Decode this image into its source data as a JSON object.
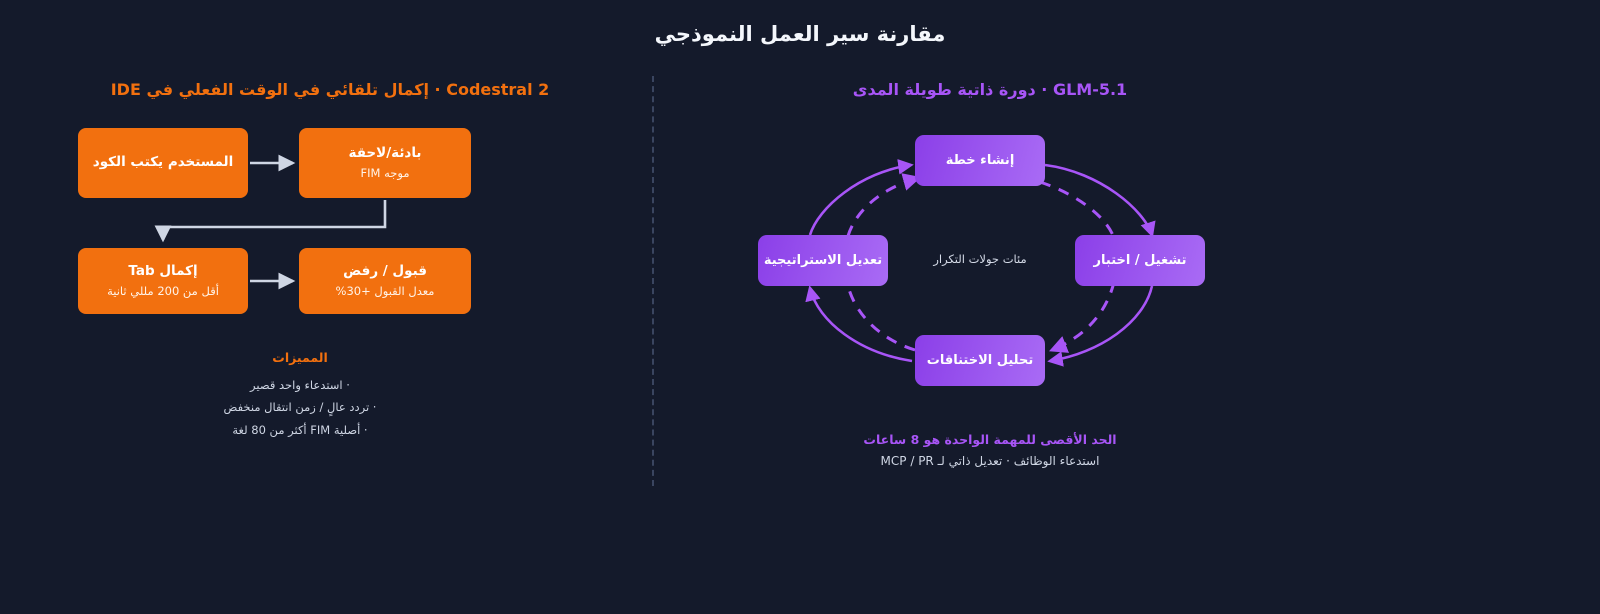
{
  "title": "مقارنة سير العمل النموذجي",
  "theme": {
    "background": "#141a2b",
    "orange": "#f2700f",
    "purple": "#a855f7",
    "purple_dark": "#8b3fe8",
    "purple_light": "#a96bf5",
    "arrow_gray": "#cfd6e4",
    "divider": "#3a4560"
  },
  "left_panel": {
    "header": "Codestral 2 · إكمال تلقائي في الوقت الفعلي في IDE",
    "boxes": [
      {
        "id": "box-user",
        "title": "المستخدم يكتب الكود",
        "subtitle": ""
      },
      {
        "id": "box-prefix",
        "title": "بادئة/لاحقة",
        "subtitle": "موجه FIM"
      },
      {
        "id": "box-tab",
        "title": "إكمال Tab",
        "subtitle": "أقل من 200 مللي ثانية"
      },
      {
        "id": "box-accept",
        "title": "قبول / رفض",
        "subtitle": "معدل القبول +30%"
      }
    ],
    "features": {
      "title": "المميزات",
      "items": [
        "· استدعاء واحد قصير",
        "· تردد عالٍ / زمن انتقال منخفض",
        "· أصلية FIM أكثر من 80 لغة"
      ]
    }
  },
  "right_panel": {
    "header": "GLM-5.1 · دورة ذاتية طويلة المدى",
    "nodes": [
      {
        "id": "node-plan",
        "label": "إنشاء خطة"
      },
      {
        "id": "node-run",
        "label": "تشغيل / اختبار"
      },
      {
        "id": "node-analyze",
        "label": "تحليل الاختناقات"
      },
      {
        "id": "node-adjust",
        "label": "تعديل الاستراتيجية"
      }
    ],
    "center_label": "مئات جولات التكرار",
    "caption": {
      "line1": "الحد الأقصى للمهمة الواحدة هو 8 ساعات",
      "line2": "استدعاء الوظائف · تعديل ذاتي لـ MCP / PR"
    }
  }
}
